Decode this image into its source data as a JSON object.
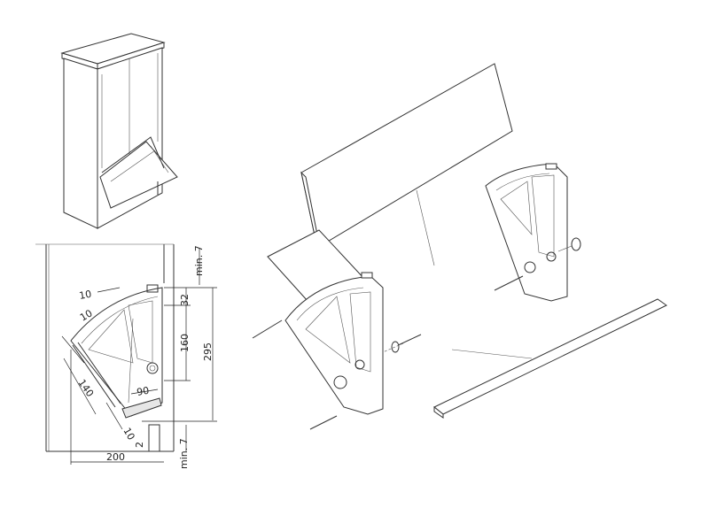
{
  "dimensions": {
    "min_top": "min. 7",
    "d32": "32",
    "d10_a": "10",
    "d10_b": "10",
    "d160": "160",
    "d295": "295",
    "d140": "140",
    "d90": "90",
    "d10_c": "10",
    "d2": "2",
    "d200": "200",
    "min_bottom": "min. 7"
  },
  "colors": {
    "line": "#333333",
    "background": "#ffffff"
  }
}
